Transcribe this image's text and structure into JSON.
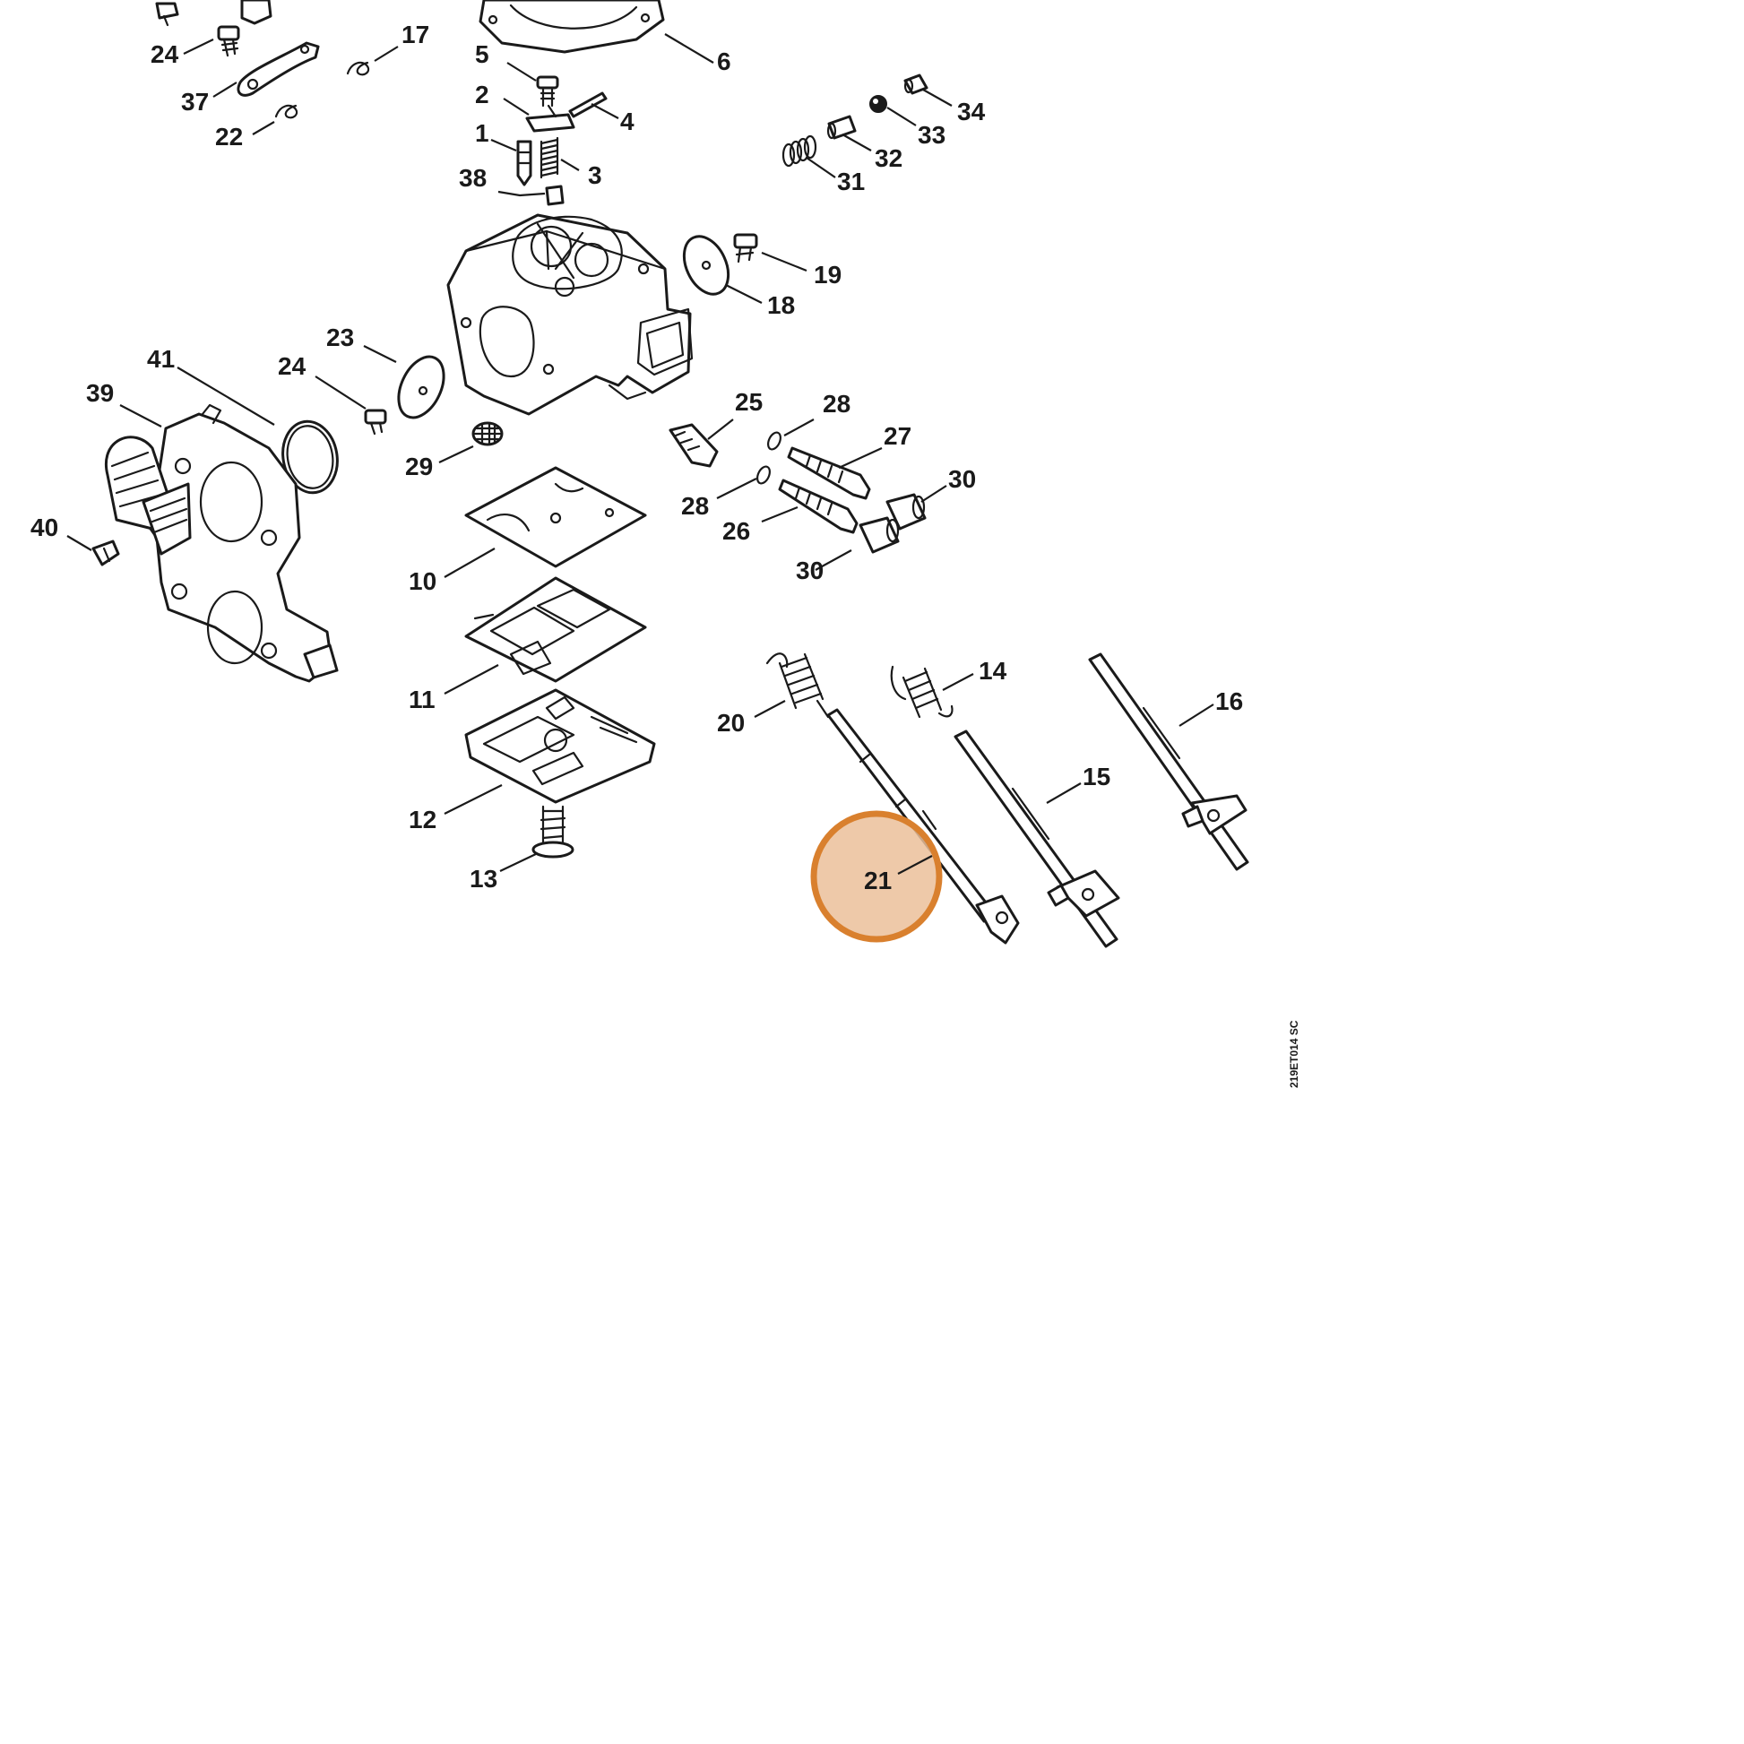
{
  "diagram": {
    "drawing_code": "219ET014 SC",
    "highlight": {
      "part_number": "21",
      "fill": "#ebbf9a",
      "stroke": "#d9802e"
    },
    "callouts": [
      "1",
      "2",
      "3",
      "4",
      "5",
      "6",
      "10",
      "11",
      "12",
      "13",
      "14",
      "15",
      "16",
      "17",
      "18",
      "19",
      "20",
      "21",
      "22",
      "23",
      "24",
      "24",
      "25",
      "26",
      "27",
      "28",
      "28",
      "29",
      "30",
      "30",
      "31",
      "32",
      "33",
      "34",
      "37",
      "38",
      "39",
      "40",
      "41"
    ],
    "colors": {
      "line": "#1a1a1a",
      "background": "#ffffff"
    }
  }
}
